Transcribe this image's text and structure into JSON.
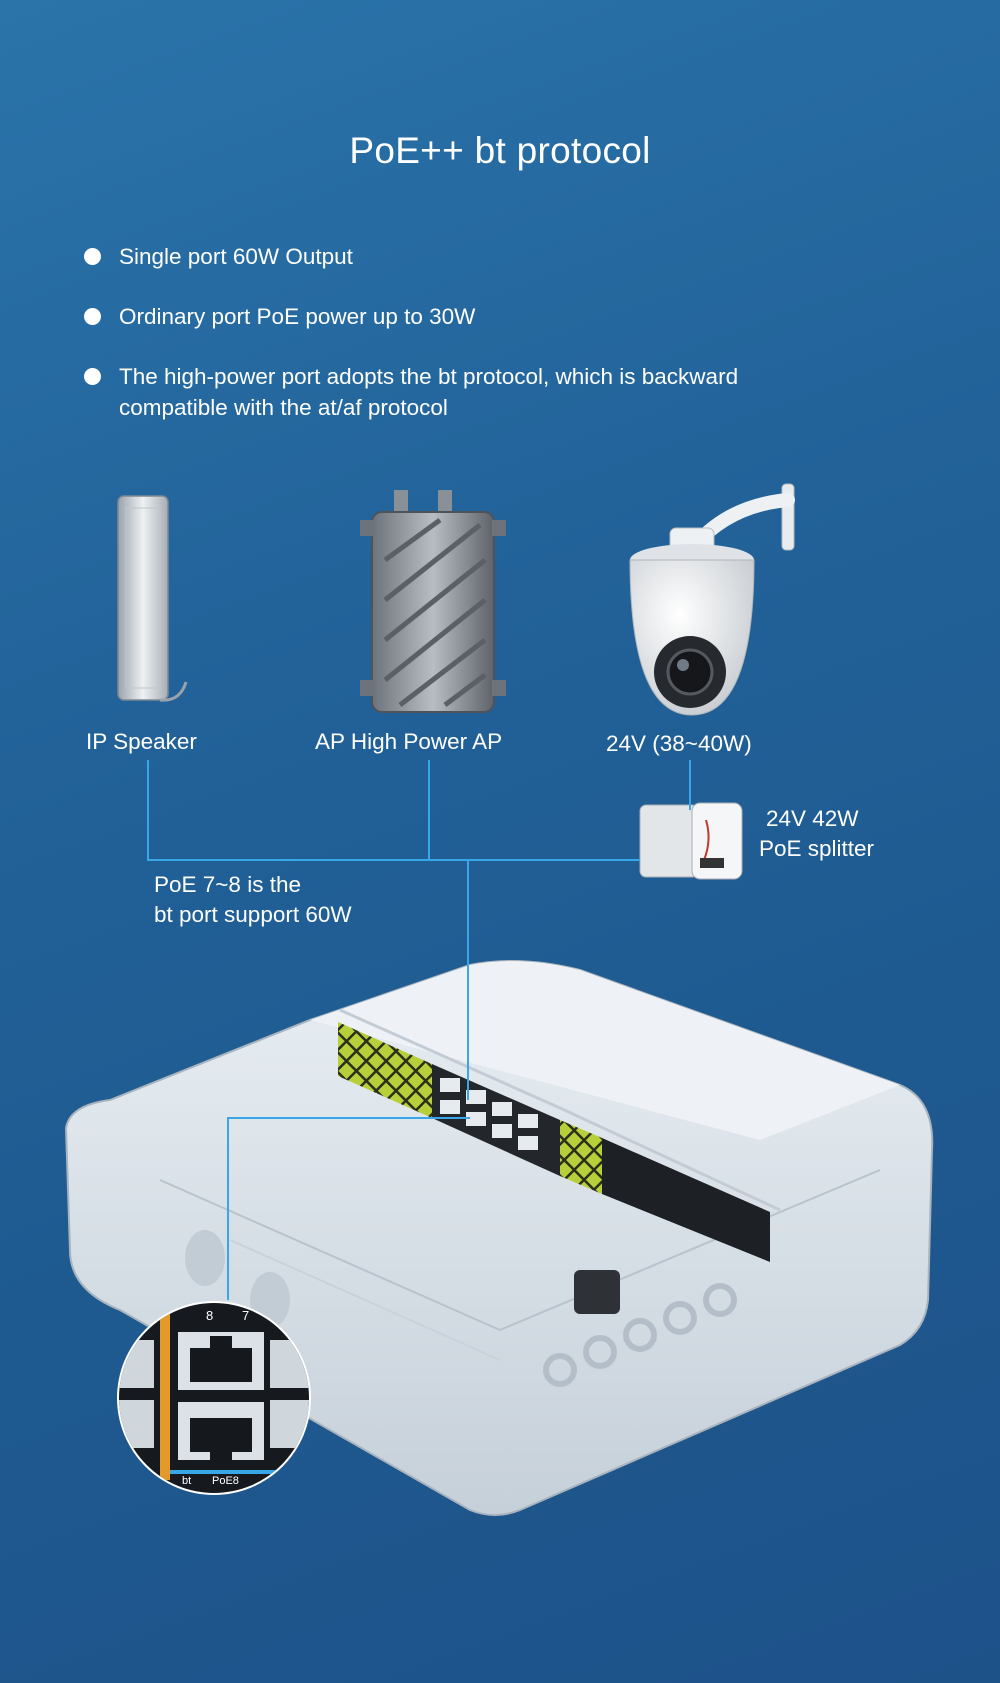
{
  "title": "PoE++  bt protocol",
  "features": [
    "Single port 60W Output",
    "Ordinary port PoE power up to 30W",
    "The high-power port adopts the bt protocol, which is backward compatible with the at/af protocol"
  ],
  "devices": {
    "ip_speaker": "IP Speaker",
    "ap": "AP High Power AP",
    "camera": "24V  (38~40W)"
  },
  "splitter": {
    "line1": "24V 42W",
    "line2": "PoE splitter"
  },
  "bt_note": {
    "line1": "PoE 7~8 is the",
    "line2": "bt port support 60W"
  },
  "zoom": {
    "port_8": "8",
    "port_7": "7",
    "bt_label": "bt",
    "poe8_label": "PoE8"
  },
  "colors": {
    "background": "#22639a",
    "connector": "#39a6e8",
    "enclosure": "#dbe3eb",
    "accent_green": "#b7cf3a"
  }
}
